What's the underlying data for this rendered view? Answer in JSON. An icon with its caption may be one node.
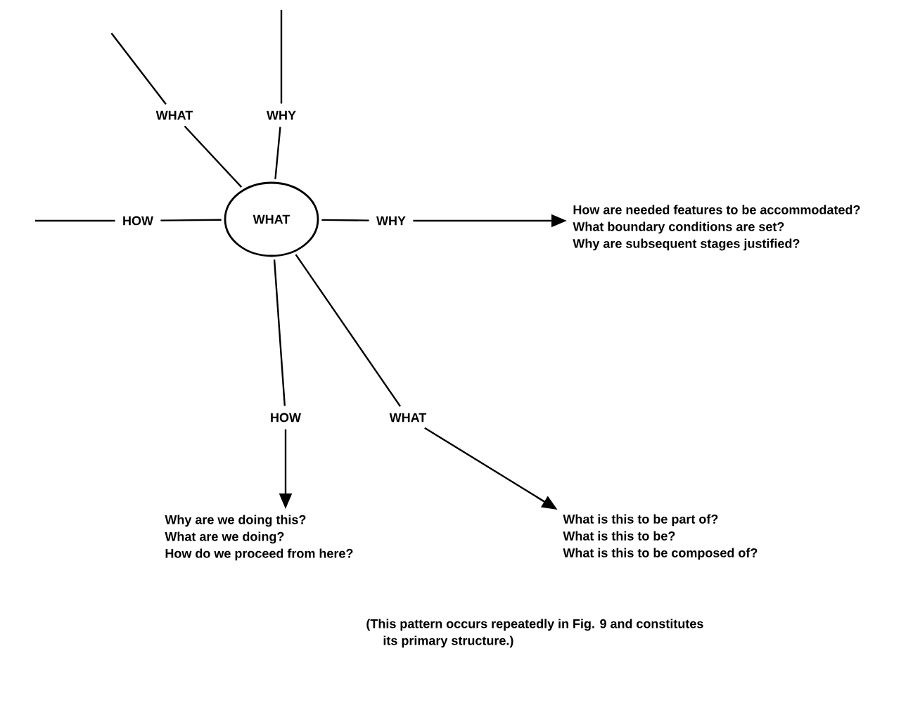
{
  "diagram": {
    "caption": "(This pattern occurs repeatedly in Fig. 9 and constitutes its primary structure.)",
    "nodes": [
      {
        "text": [
          "WHAT"
        ]
      },
      {
        "text": [
          "WHAT"
        ]
      },
      {
        "text": [
          "WHY"
        ]
      },
      {
        "text": [
          "HOW"
        ]
      },
      {
        "text": [
          "WHY"
        ]
      },
      {
        "text": [
          "HOW"
        ]
      },
      {
        "text": [
          "WHAT"
        ]
      },
      {
        "text": [
          "How are needed features to be accommodated?",
          "What boundary conditions are set?",
          "Why are subsequent stages justified?"
        ]
      },
      {
        "text": [
          "Why are we doing this?",
          "What are we doing?",
          "How do we proceed from here?"
        ]
      },
      {
        "text": [
          "What is this to be part of?",
          "What is this to be?",
          "What is this to be composed of?"
        ]
      }
    ],
    "edges": [
      {
        "from": 0,
        "to": 1,
        "arrow": "none"
      },
      {
        "from": 1,
        "to": null,
        "arrow": "none"
      },
      {
        "from": 0,
        "to": 2,
        "arrow": "none"
      },
      {
        "from": 2,
        "to": null,
        "arrow": "none"
      },
      {
        "from": 0,
        "to": 3,
        "arrow": "none"
      },
      {
        "from": 3,
        "to": null,
        "arrow": "none"
      },
      {
        "from": 0,
        "to": 4,
        "arrow": "none"
      },
      {
        "from": 4,
        "to": 7,
        "arrow": "to"
      },
      {
        "from": 0,
        "to": 5,
        "arrow": "none"
      },
      {
        "from": 5,
        "to": 8,
        "arrow": "to"
      },
      {
        "from": 0,
        "to": 6,
        "arrow": "none"
      },
      {
        "from": 6,
        "to": 9,
        "arrow": "to"
      }
    ]
  }
}
